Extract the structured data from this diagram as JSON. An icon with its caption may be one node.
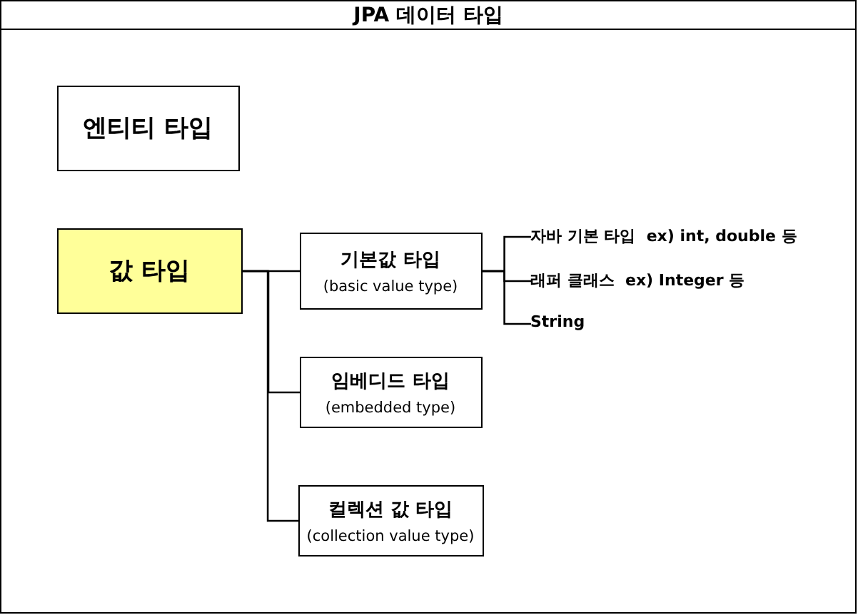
{
  "diagram": {
    "title": "JPA 데이터 타입",
    "nodes": [
      {
        "text": [
          "엔티티 타입"
        ]
      },
      {
        "text": [
          "값 타입"
        ]
      },
      {
        "text": [
          "기본값 타입",
          "(basic value type)"
        ]
      },
      {
        "text": [
          "임베디드 타입",
          "(embedded type)"
        ]
      },
      {
        "text": [
          "컬렉션 값 타입",
          "(collection value type)"
        ]
      },
      {
        "text": [
          "자바 기본 타입  ex) int, double 등"
        ]
      },
      {
        "text": [
          "래퍼 클래스  ex) Integer 등"
        ]
      },
      {
        "text": [
          "String"
        ]
      }
    ],
    "edges": [
      {
        "from": 1,
        "to": 2,
        "arrow": "none"
      },
      {
        "from": 1,
        "to": 3,
        "arrow": "none"
      },
      {
        "from": 1,
        "to": 4,
        "arrow": "none"
      },
      {
        "from": 2,
        "to": 5,
        "arrow": "none"
      },
      {
        "from": 2,
        "to": 6,
        "arrow": "none"
      },
      {
        "from": 2,
        "to": 7,
        "arrow": "none"
      }
    ]
  }
}
